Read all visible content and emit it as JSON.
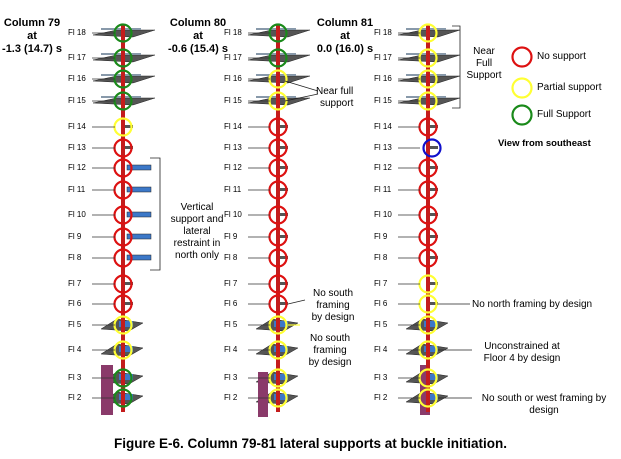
{
  "columns": [
    {
      "title_line1": "Column 79",
      "title_line2": "at",
      "title_line3": "-1.3 (14.7) s"
    },
    {
      "title_line1": "Column 80",
      "title_line2": "at",
      "title_line3": "-0.6 (15.4) s"
    },
    {
      "title_line1": "Column 81",
      "title_line2": "at",
      "title_line3": "0.0 (16.0) s"
    }
  ],
  "floors": [
    "Fl 18",
    "Fl 17",
    "Fl 16",
    "Fl 15",
    "Fl 14",
    "Fl 13",
    "Fl 12",
    "Fl 11",
    "Fl 10",
    "Fl 9",
    "Fl 8",
    "Fl 7",
    "Fl 6",
    "Fl 5",
    "Fl 4",
    "Fl 3",
    "Fl 2"
  ],
  "support_states": {
    "col79": [
      "full",
      "full",
      "full",
      "full",
      "partial",
      "none",
      "none",
      "none",
      "none",
      "none",
      "none",
      "none",
      "none",
      "partial",
      "partial",
      "full",
      "full"
    ],
    "col80": [
      "full",
      "full",
      "partial",
      "partial",
      "none",
      "none",
      "none",
      "none",
      "none",
      "none",
      "none",
      "none",
      "none",
      "partial",
      "partial",
      "partial",
      "partial"
    ],
    "col81": [
      "partial",
      "partial",
      "partial",
      "partial",
      "none",
      "blue",
      "none",
      "none",
      "none",
      "none",
      "none",
      "partial",
      "partial",
      "partial",
      "partial",
      "partial",
      "partial"
    ]
  },
  "notes": {
    "col79_vertical": [
      "Vertical",
      "support and",
      "lateral",
      "restraint in",
      "north only"
    ],
    "col80_near_full": [
      "Near full",
      "support"
    ],
    "col80_no_south_1": [
      "No south",
      "framing",
      "by design"
    ],
    "col80_no_south_2": [
      "No south",
      "framing",
      "by design"
    ],
    "col81_near_full": [
      "Near",
      "Full",
      "Support"
    ],
    "col81_no_north": "No north framing by design",
    "col81_unconstrained": [
      "Unconstrained at",
      "Floor 4 by design"
    ],
    "col81_no_south_west": [
      "No south or west framing by",
      "design"
    ]
  },
  "legend": {
    "no_support": "No support",
    "partial_support": "Partial support",
    "full_support": "Full Support",
    "view": "View from southeast"
  },
  "colors": {
    "none": "#dd1111",
    "partial": "#ffff33",
    "full": "#1a8a1a",
    "blue": "#1010cc",
    "column": "#c41c1c",
    "beam": "#555555",
    "beam_top": "#8899aa",
    "accent_blue": "#3c78c8",
    "purple": "#8a3a6a"
  },
  "caption": "Figure E-6.  Column 79-81 lateral supports at buckle initiation."
}
